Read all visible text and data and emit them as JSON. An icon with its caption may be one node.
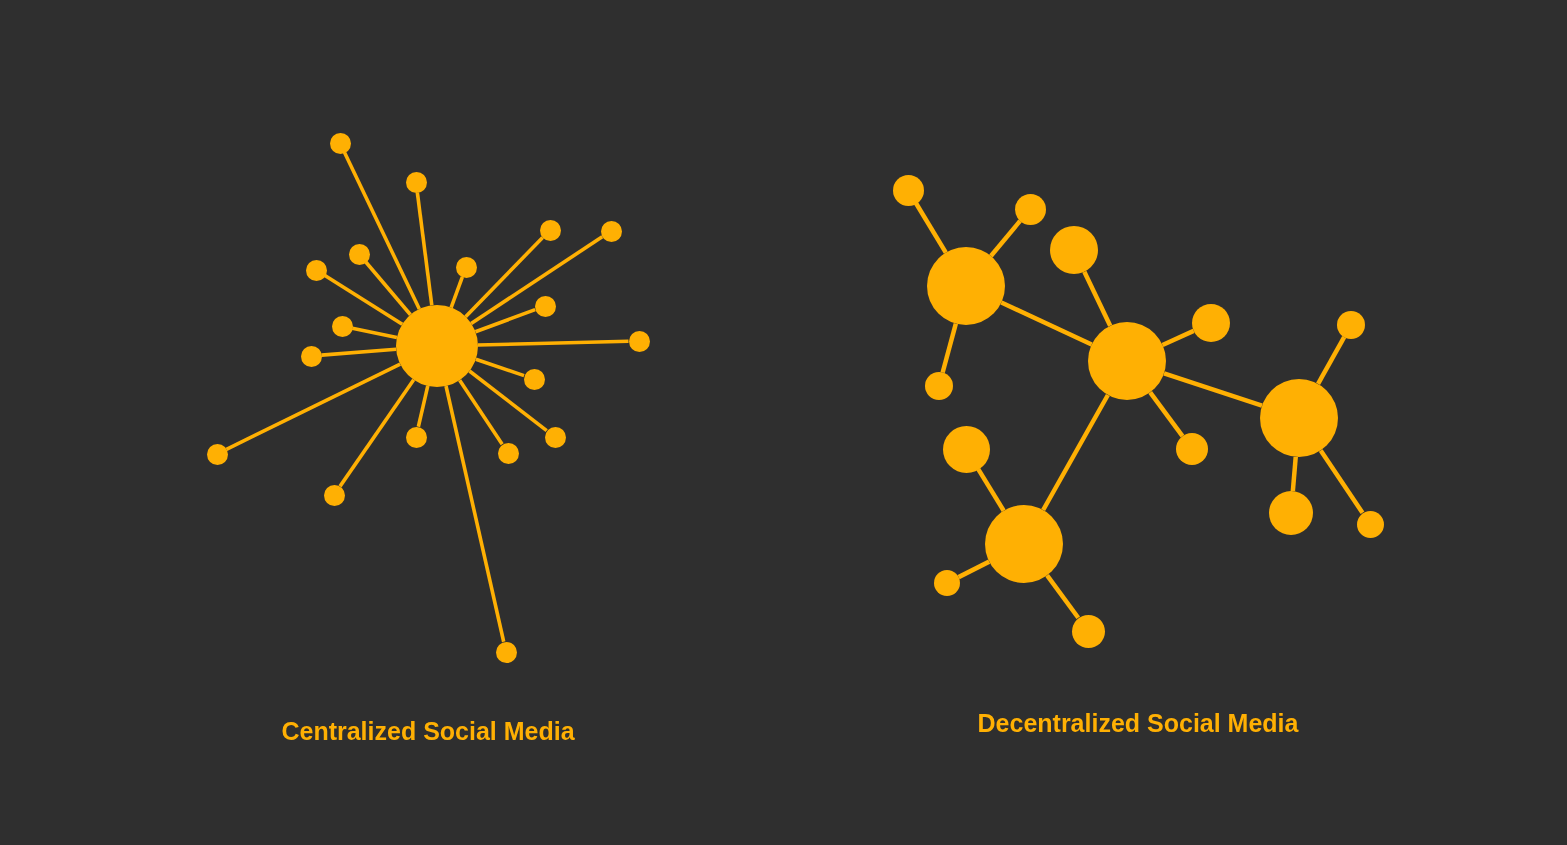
{
  "diagram": {
    "nodes": [
      {
        "text": [],
        "shape": "circle"
      },
      {
        "text": [],
        "shape": "circle"
      },
      {
        "text": [],
        "shape": "circle"
      },
      {
        "text": [],
        "shape": "circle"
      },
      {
        "text": [],
        "shape": "circle"
      },
      {
        "text": [],
        "shape": "circle"
      },
      {
        "text": [],
        "shape": "circle"
      },
      {
        "text": [],
        "shape": "circle"
      },
      {
        "text": [],
        "shape": "circle"
      },
      {
        "text": [],
        "shape": "circle"
      },
      {
        "text": [],
        "shape": "circle"
      },
      {
        "text": [],
        "shape": "circle"
      },
      {
        "text": [],
        "shape": "circle"
      },
      {
        "text": [],
        "shape": "circle"
      },
      {
        "text": [],
        "shape": "circle"
      },
      {
        "text": [],
        "shape": "circle"
      },
      {
        "text": [],
        "shape": "circle"
      },
      {
        "text": [],
        "shape": "circle"
      },
      {
        "text": [],
        "shape": "circle"
      },
      {
        "text": [],
        "shape": "circle"
      },
      {
        "text": [],
        "shape": "circle"
      },
      {
        "text": [],
        "shape": "circle"
      },
      {
        "text": [],
        "shape": "circle"
      },
      {
        "text": [],
        "shape": "circle"
      },
      {
        "text": [],
        "shape": "circle"
      },
      {
        "text": [],
        "shape": "circle"
      },
      {
        "text": [],
        "shape": "circle"
      },
      {
        "text": [],
        "shape": "circle"
      },
      {
        "text": [],
        "shape": "circle"
      },
      {
        "text": [],
        "shape": "circle"
      },
      {
        "text": [],
        "shape": "circle"
      },
      {
        "text": [],
        "shape": "circle"
      },
      {
        "text": [],
        "shape": "circle"
      },
      {
        "text": [],
        "shape": "circle"
      },
      {
        "text": [],
        "shape": "circle"
      }
    ],
    "edges": [
      {
        "from": 10,
        "to": 0,
        "arrow": "none"
      },
      {
        "from": 10,
        "to": 1,
        "arrow": "none"
      },
      {
        "from": 10,
        "to": 2,
        "arrow": "none"
      },
      {
        "from": 10,
        "to": 3,
        "arrow": "none"
      },
      {
        "from": 10,
        "to": 4,
        "arrow": "none"
      },
      {
        "from": 10,
        "to": 5,
        "arrow": "none"
      },
      {
        "from": 10,
        "to": 6,
        "arrow": "none"
      },
      {
        "from": 10,
        "to": 7,
        "arrow": "none"
      },
      {
        "from": 10,
        "to": 8,
        "arrow": "none"
      },
      {
        "from": 10,
        "to": 9,
        "arrow": "none"
      },
      {
        "from": 10,
        "to": 11,
        "arrow": "none"
      },
      {
        "from": 10,
        "to": 12,
        "arrow": "none"
      },
      {
        "from": 10,
        "to": 13,
        "arrow": "none"
      },
      {
        "from": 10,
        "to": 14,
        "arrow": "none"
      },
      {
        "from": 10,
        "to": 15,
        "arrow": "none"
      },
      {
        "from": 10,
        "to": 16,
        "arrow": "none"
      },
      {
        "from": 10,
        "to": 17,
        "arrow": "none"
      },
      {
        "from": 10,
        "to": 18,
        "arrow": "none"
      },
      {
        "from": 22,
        "to": 19,
        "arrow": "none"
      },
      {
        "from": 22,
        "to": 20,
        "arrow": "none"
      },
      {
        "from": 22,
        "to": 26,
        "arrow": "none"
      },
      {
        "from": 22,
        "to": 25,
        "arrow": "none"
      },
      {
        "from": 25,
        "to": 21,
        "arrow": "none"
      },
      {
        "from": 25,
        "to": 23,
        "arrow": "none"
      },
      {
        "from": 25,
        "to": 29,
        "arrow": "none"
      },
      {
        "from": 25,
        "to": 27,
        "arrow": "none"
      },
      {
        "from": 27,
        "to": 24,
        "arrow": "none"
      },
      {
        "from": 27,
        "to": 30,
        "arrow": "none"
      },
      {
        "from": 27,
        "to": 31,
        "arrow": "none"
      },
      {
        "from": 25,
        "to": 32,
        "arrow": "none"
      },
      {
        "from": 32,
        "to": 28,
        "arrow": "none"
      },
      {
        "from": 32,
        "to": 33,
        "arrow": "none"
      },
      {
        "from": 32,
        "to": 34,
        "arrow": "none"
      }
    ],
    "labels": [
      "Centralized Social Media",
      "Decentralized Social Media"
    ]
  }
}
